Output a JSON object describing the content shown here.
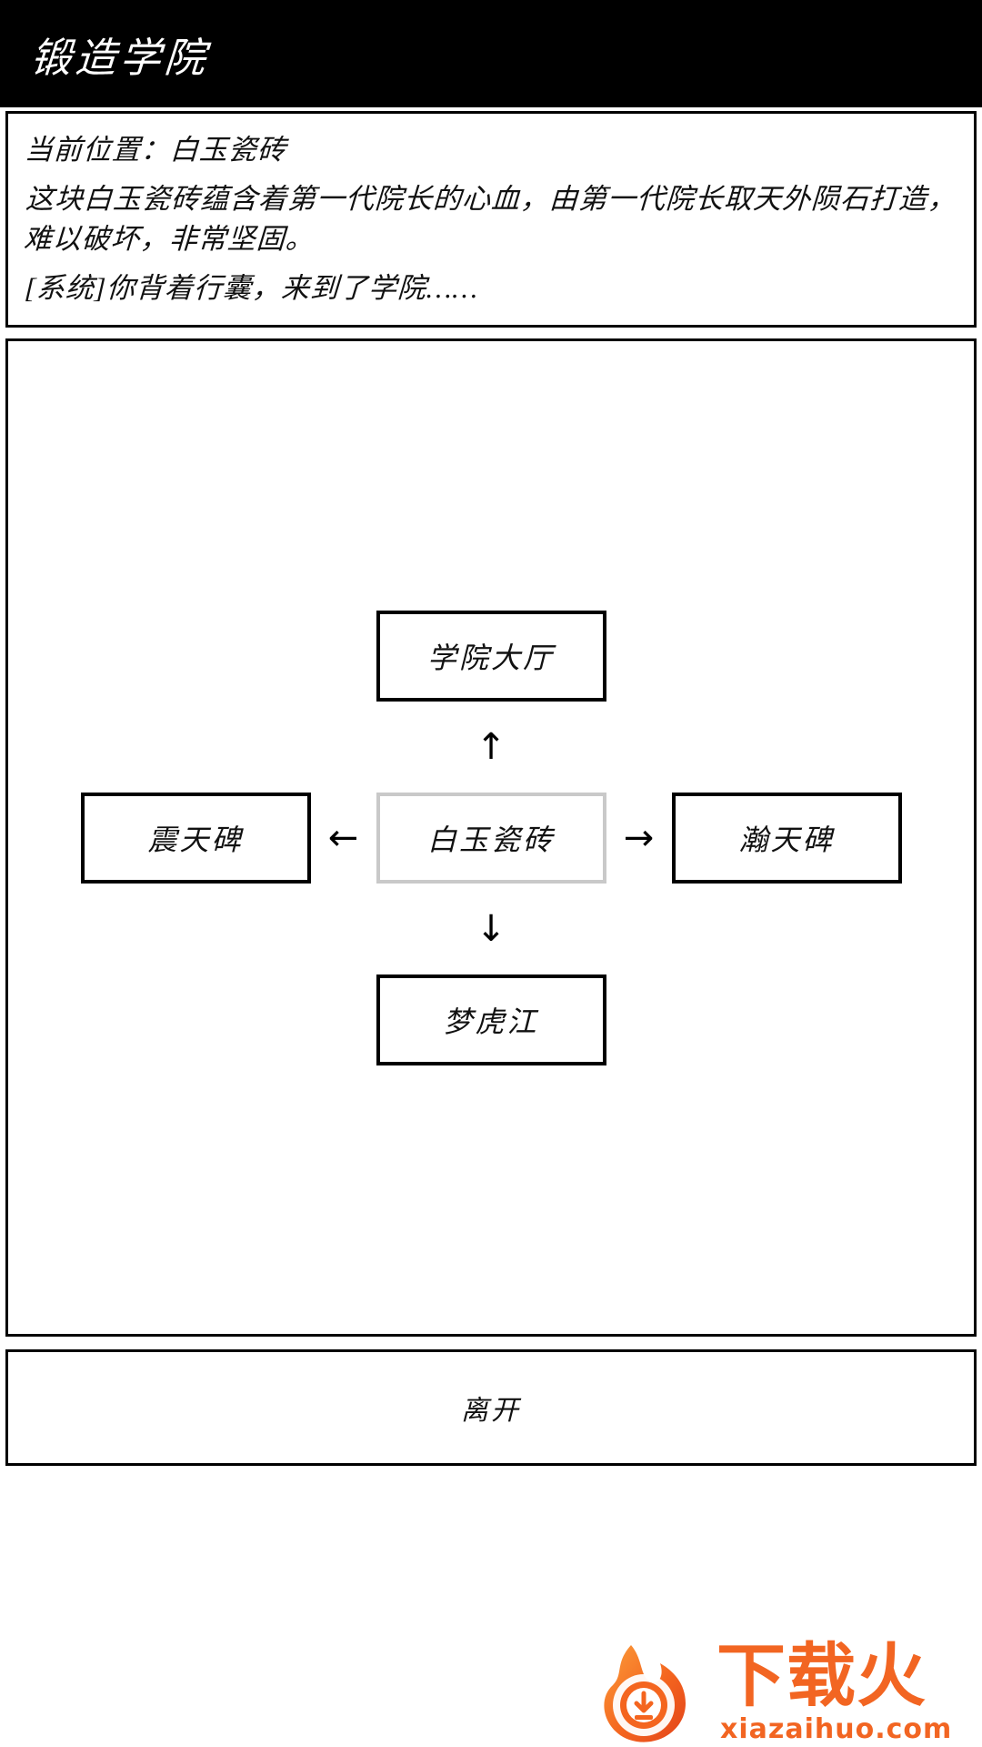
{
  "header": {
    "title": "锻造学院"
  },
  "narration": {
    "location_line": "当前位置：白玉瓷砖",
    "description": "这块白玉瓷砖蕴含着第一代院长的心血，由第一代院长取天外陨石打造，难以破坏，非常坚固。",
    "system_line": "[系统]你背着行囊，来到了学院……"
  },
  "map": {
    "north_room": "学院大厅",
    "west_room": "震天碑",
    "current_room": "白玉瓷砖",
    "east_room": "瀚天碑",
    "south_room": "梦虎江",
    "arrow_up": "↑",
    "arrow_down": "↓",
    "arrow_left": "←",
    "arrow_right": "→",
    "current_border_color": "#c9c9c9",
    "room_border_color": "#000000"
  },
  "actions": {
    "leave_label": "离开"
  },
  "watermark": {
    "brand": "下载火",
    "url": "xiazaihuo.com",
    "color": "#f26522"
  }
}
